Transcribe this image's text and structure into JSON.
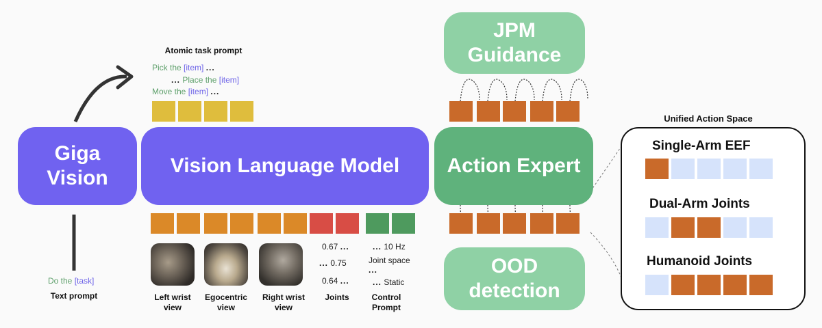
{
  "blocks": {
    "giga_vision": "Giga Vision",
    "vlm": "Vision Language Model",
    "action_expert": "Action Expert",
    "jpm_guidance": "JPM Guidance",
    "ood_detection": "OOD detection"
  },
  "atomic_prompt": {
    "title": "Atomic task prompt",
    "line1": {
      "verb": "Pick the",
      "item": "[item]",
      "dots": "..."
    },
    "line2": {
      "dots": "...",
      "verb": "Place the",
      "item": "[item]"
    },
    "line3": {
      "verb": "Move the",
      "item": "[item]",
      "dots": "..."
    }
  },
  "text_prompt": {
    "verb": "Do the",
    "task": "[task]",
    "label": "Text prompt"
  },
  "inputs": {
    "left_wrist": "Left wrist view",
    "egocentric": "Egocentric view",
    "right_wrist": "Right wrist view",
    "joints": "Joints",
    "control_prompt": "Control Prompt",
    "joint_values": [
      "0.67",
      "0.75",
      "0.64"
    ],
    "dots": "...",
    "freq": "10 Hz",
    "space": "Joint space",
    "static": "Static"
  },
  "unified": {
    "title": "Unified Action Space",
    "single_arm": "Single-Arm EEF",
    "dual_arm": "Dual-Arm Joints",
    "humanoid": "Humanoid Joints"
  },
  "colors": {
    "purple": "#7062f0",
    "green": "#5fb27c",
    "light_green": "#8fd1a5",
    "brown": "#c96a2a",
    "light_blue": "#d6e3fb"
  }
}
